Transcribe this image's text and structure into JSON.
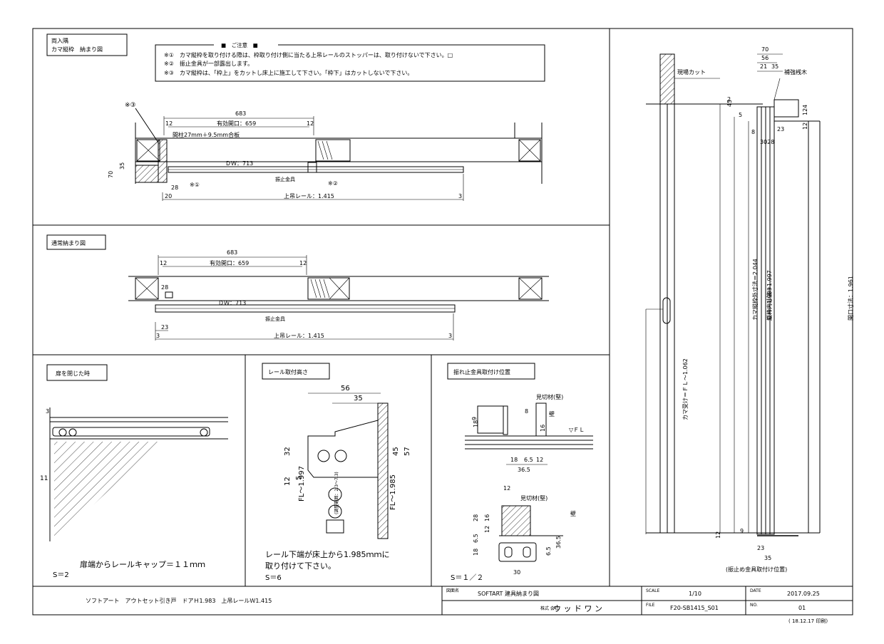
{
  "panel_top": {
    "label_line1": "両入隅",
    "label_line2": "カマ縦枠　納まり図",
    "notice_title": "■　ご注意　■",
    "notice_1": "※①　カマ縦枠を取り付ける際は、枠取り付け側に当たる上吊レールのストッパーは、取り付けないで下さい。□",
    "notice_2": "※②　振止金具が一部露出します。",
    "notice_3": "※③　カマ縦枠は、「枠上」をカットし床上に施工して下さい。「枠下」はカットしないで下さい。",
    "ref3": "※③",
    "dim_683": "683",
    "dim_12a": "12",
    "dim_opening": "有効開口：659",
    "dim_12b": "12",
    "pillar": "間柱27mm＋9.5mm合板",
    "dim_70": "70",
    "dim_35": "35",
    "dw": "ＤＷ：713",
    "shinhdome": "振止金具",
    "dim_28": "28",
    "ref1": "※①",
    "ref2": "※②",
    "dim_20": "20",
    "rail": "上吊レール：1.415",
    "dim_3": "3"
  },
  "panel_mid": {
    "label": "通常納まり図",
    "dim_683": "683",
    "dim_12a": "12",
    "dim_opening": "有効開口：659",
    "dim_12b": "12",
    "dim_28": "28",
    "dw": "ＤＷ：713",
    "shinhdome": "振止金具",
    "dim_23": "23",
    "dim_3a": "3",
    "rail": "上吊レール：1.415",
    "dim_3b": "3"
  },
  "panel_closed": {
    "label": "扉を閉じた時",
    "dim_3": "3",
    "dim_11": "11",
    "caption": "扉端からレールキャップ＝１１ｍｍ",
    "scale": "S＝2"
  },
  "panel_rail": {
    "label": "レール取付高さ",
    "dim_56": "56",
    "dim_35": "35",
    "dim_32": "32",
    "dim_45": "45",
    "dim_57": "57",
    "dim_12": "12",
    "dim_5": "5",
    "fl1997": "FL～1.997",
    "fl1985": "FL～1.985",
    "adjust": "(調整範囲：2.3～7.3)",
    "caption1": "レール下端が床上から1.985ｍｍに",
    "caption2": "取り付けて下さい。",
    "scale": "S＝6"
  },
  "panel_stopper": {
    "label": "振れ止金具取付け位置",
    "mikiri1": "見切材(堅)",
    "kabe1": "壁",
    "fl": "▽ＦＬ",
    "dim_9": "9",
    "dim_18": "18",
    "dim_8": "8",
    "dim_16": "16",
    "d18": "18",
    "d65": "6.5",
    "d12": "12",
    "d365": "36.5",
    "dim_12b": "12",
    "mikiri2": "見切材(堅)",
    "kabe2": "壁",
    "dim_28": "28",
    "dim_16b": "16",
    "dim_12c": "12",
    "dim_18b": "18",
    "dim_65b": "6.5",
    "dim_65c": "6.5",
    "dim_365b": "36.5",
    "dim_30": "30",
    "scale": "S＝１／２"
  },
  "panel_right": {
    "dim_70": "70",
    "dim_56": "56",
    "dim_21": "21",
    "dim_35": "35",
    "genba": "現場カット",
    "hokyo": "補強桟木",
    "dim_45": "45",
    "dim_2": "2",
    "dim_5": "5",
    "dim_124": "124",
    "dim_12": "12",
    "dim_8": "8",
    "dim_23": "23",
    "dim_3028": "3028",
    "kama_out": "カマ縦枠外寸法＝2.044",
    "waku_in": "縦枠内寸法＝1.997",
    "dh": "ＤＨ＝1.983",
    "kaikou": "開口寸法：1.961",
    "kama_uke": "カマ受け＝ＦＬ～1.062",
    "dim_12v": "12",
    "dim_9": "9",
    "dim_23b": "23",
    "dim_35b": "35",
    "stop_pos": "(振止め金具取付け位置)"
  },
  "title_block": {
    "description": "ソフトアート　アウトセット引き戸　ドアＨ1.983　上吊レールＷ1.415",
    "dwg_label": "図面名",
    "dwg_name": "SOFTART 建具納まり図",
    "company_prefix": "株式\n会社",
    "company": "ウ ッ ド ワ ン",
    "scale_label": "SCALE",
    "scale": "1/10",
    "date_label": "DATE",
    "date": "2017.09.25",
    "file_label": "FILE",
    "file": "F20-SB1415_S01",
    "no_label": "NO.",
    "no": "01",
    "print": "( 18.12.17 印刷)"
  }
}
